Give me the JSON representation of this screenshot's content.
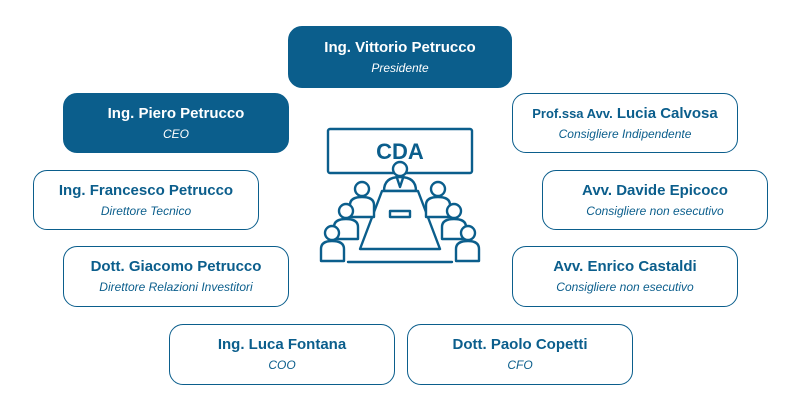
{
  "colors": {
    "accent": "#0b5e8c",
    "background": "#ffffff"
  },
  "board_label": "CDA",
  "members": {
    "president": {
      "name": "Ing. Vittorio Petrucco",
      "role": "Presidente"
    },
    "ceo": {
      "name": "Ing. Piero Petrucco",
      "role": "CEO"
    },
    "technical_director": {
      "name": "Ing. Francesco Petrucco",
      "role": "Direttore Tecnico"
    },
    "investor_relations": {
      "name": "Dott. Giacomo Petrucco",
      "role": "Direttore Relazioni Investitori"
    },
    "coo": {
      "name": "Ing. Luca Fontana",
      "role": "COO"
    },
    "cfo": {
      "name": "Dott. Paolo Copetti",
      "role": "CFO"
    },
    "calvosa": {
      "name_prefix": "Prof.ssa Avv.",
      "name_main": "Lucia Calvosa",
      "role": "Consigliere Indipendente"
    },
    "epicoco": {
      "name": "Avv. Davide Epicoco",
      "role": "Consigliere non esecutivo"
    },
    "castaldi": {
      "name": "Avv. Enrico Castaldi",
      "role": "Consigliere non esecutivo"
    }
  }
}
